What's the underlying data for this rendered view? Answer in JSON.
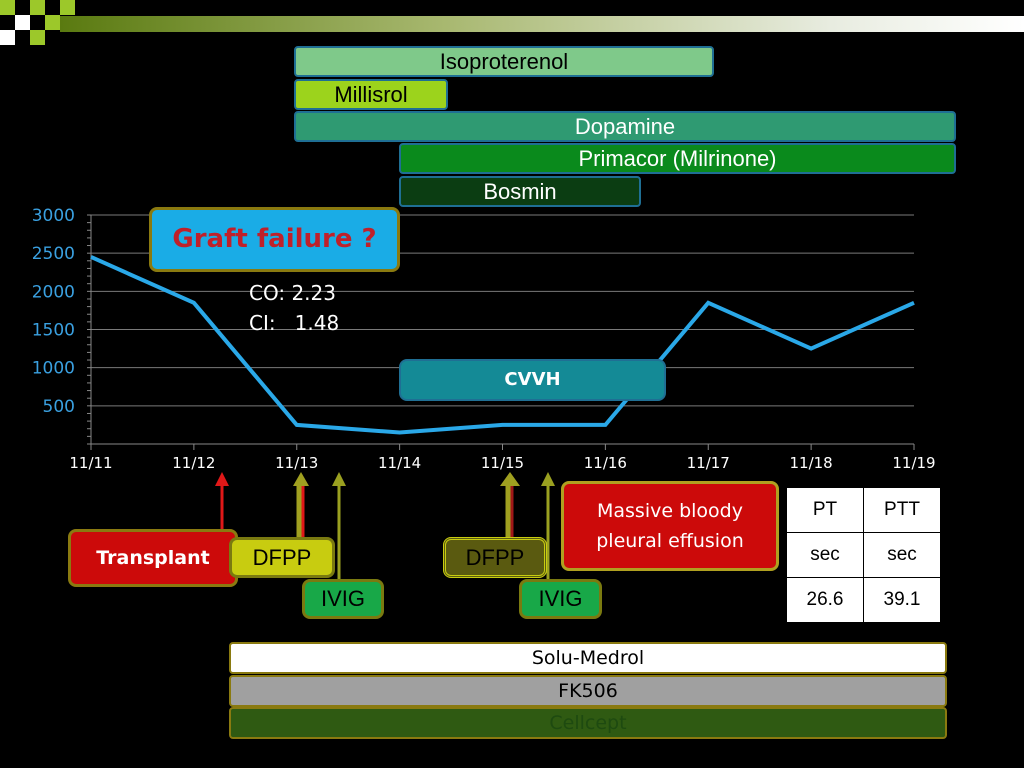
{
  "drugs_top": [
    {
      "label": "Isoproterenol",
      "fill": "#7fc98a",
      "text": "#000000"
    },
    {
      "label": "Millisrol",
      "fill": "#9cd31c",
      "text": "#000000"
    },
    {
      "label": "Dopamine",
      "fill": "#2f9a72",
      "text": "#ffffff"
    },
    {
      "label": "Primacor (Milrinone)",
      "fill": "#0a8a1c",
      "text": "#ffffff"
    },
    {
      "label": "Bosmin",
      "fill": "#0b3d12",
      "text": "#ffffff"
    }
  ],
  "callouts": {
    "graft_failure": "Graft failure ?",
    "co": "CO: 2.23",
    "ci": "CI:   1.48",
    "cvvh": "CVVH",
    "bloody_effusion": "Massive bloody pleural effusion"
  },
  "events": {
    "transplant": "Transplant",
    "dfpp1": "DFPP",
    "dfpp2": "DFPP",
    "ivig1": "IVIG",
    "ivig2": "IVIG"
  },
  "lab_table": {
    "headers": [
      "PT",
      "PTT"
    ],
    "units": [
      "sec",
      "sec"
    ],
    "values": [
      "26.6",
      "39.1"
    ]
  },
  "drugs_bottom": [
    {
      "label": "Solu-Medrol",
      "fill": "#ffffff",
      "text": "#000000"
    },
    {
      "label": "FK506",
      "fill": "#a0a0a0",
      "text": "#000000"
    },
    {
      "label": "Cellcept",
      "fill": "#2f5a12",
      "text": "#1e4a10"
    }
  ],
  "chart_data": {
    "type": "line",
    "x": [
      "11/11",
      "11/12",
      "11/13",
      "11/14",
      "11/15",
      "11/16",
      "11/17",
      "11/18",
      "11/19"
    ],
    "series": [
      {
        "values": [
          2450,
          1850,
          250,
          150,
          250,
          250,
          1850,
          1250,
          1850
        ],
        "color": "#2aa8e8"
      }
    ],
    "yticks": [
      500,
      1000,
      1500,
      2000,
      2500,
      3000
    ],
    "ylim": [
      0,
      3000
    ],
    "grid": true
  }
}
